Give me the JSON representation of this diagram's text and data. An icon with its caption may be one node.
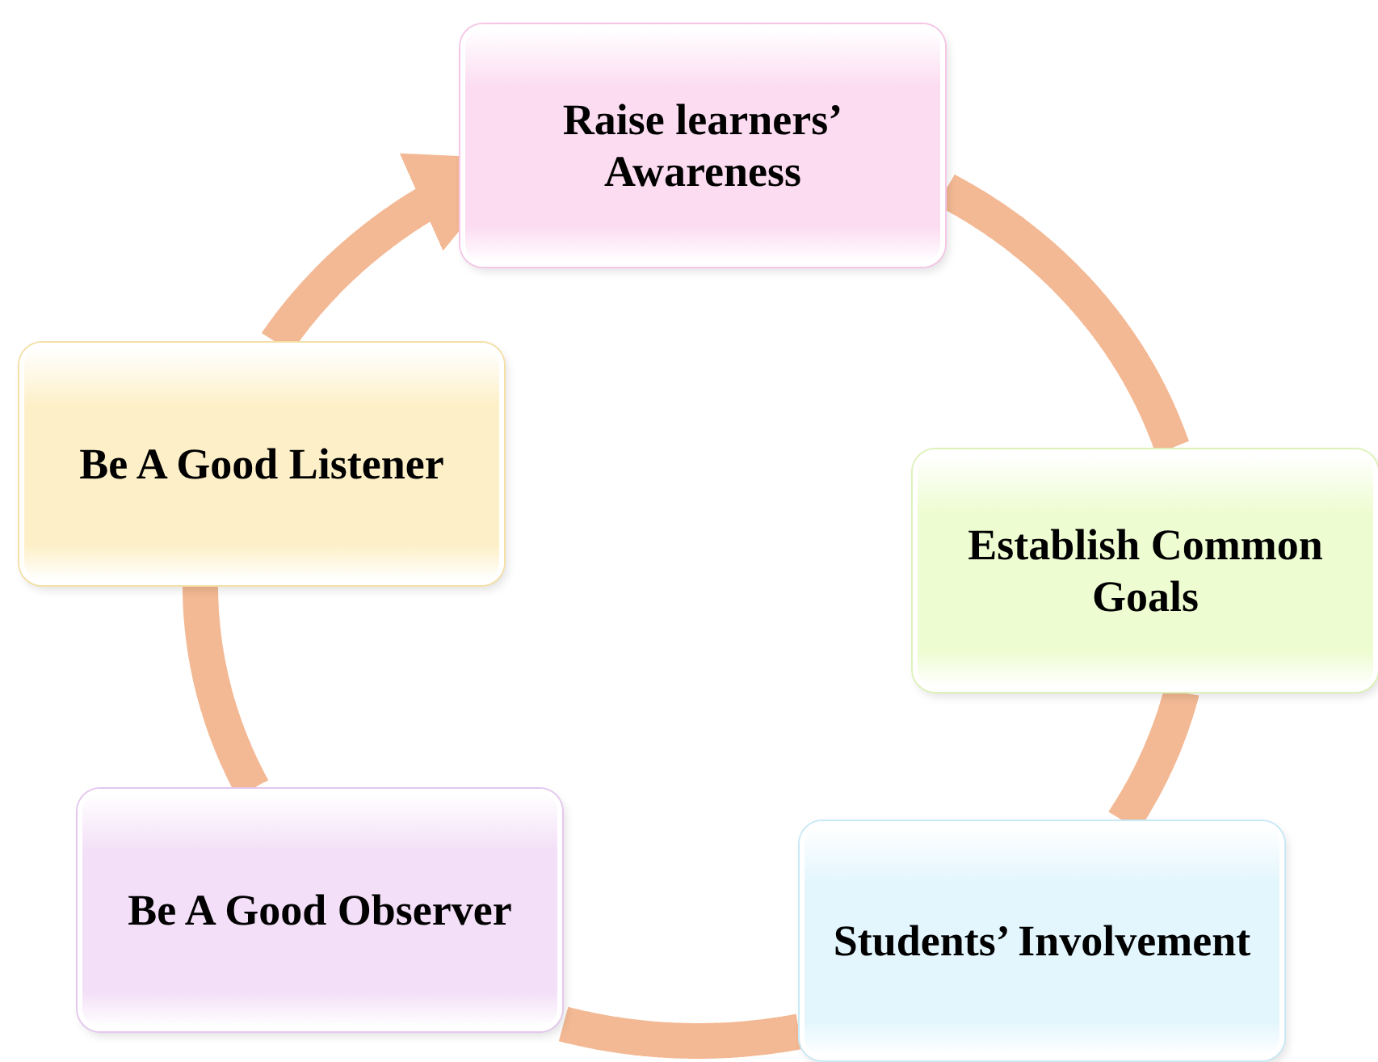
{
  "diagram": {
    "nodes": [
      {
        "text": [
          "Raise learners’ Awareness"
        ]
      },
      {
        "text": [
          "Establish Common Goals"
        ]
      },
      {
        "text": [
          "Students’ Involvement"
        ]
      },
      {
        "text": [
          "Be A Good Observer"
        ]
      },
      {
        "text": [
          "Be A Good Listener"
        ]
      }
    ],
    "edges": [
      {
        "from": 0,
        "to": 1,
        "arrow": "none"
      },
      {
        "from": 1,
        "to": 2,
        "arrow": "none"
      },
      {
        "from": 2,
        "to": 3,
        "arrow": "none"
      },
      {
        "from": 3,
        "to": 4,
        "arrow": "none"
      },
      {
        "from": 4,
        "to": 0,
        "arrow": "to"
      }
    ]
  }
}
